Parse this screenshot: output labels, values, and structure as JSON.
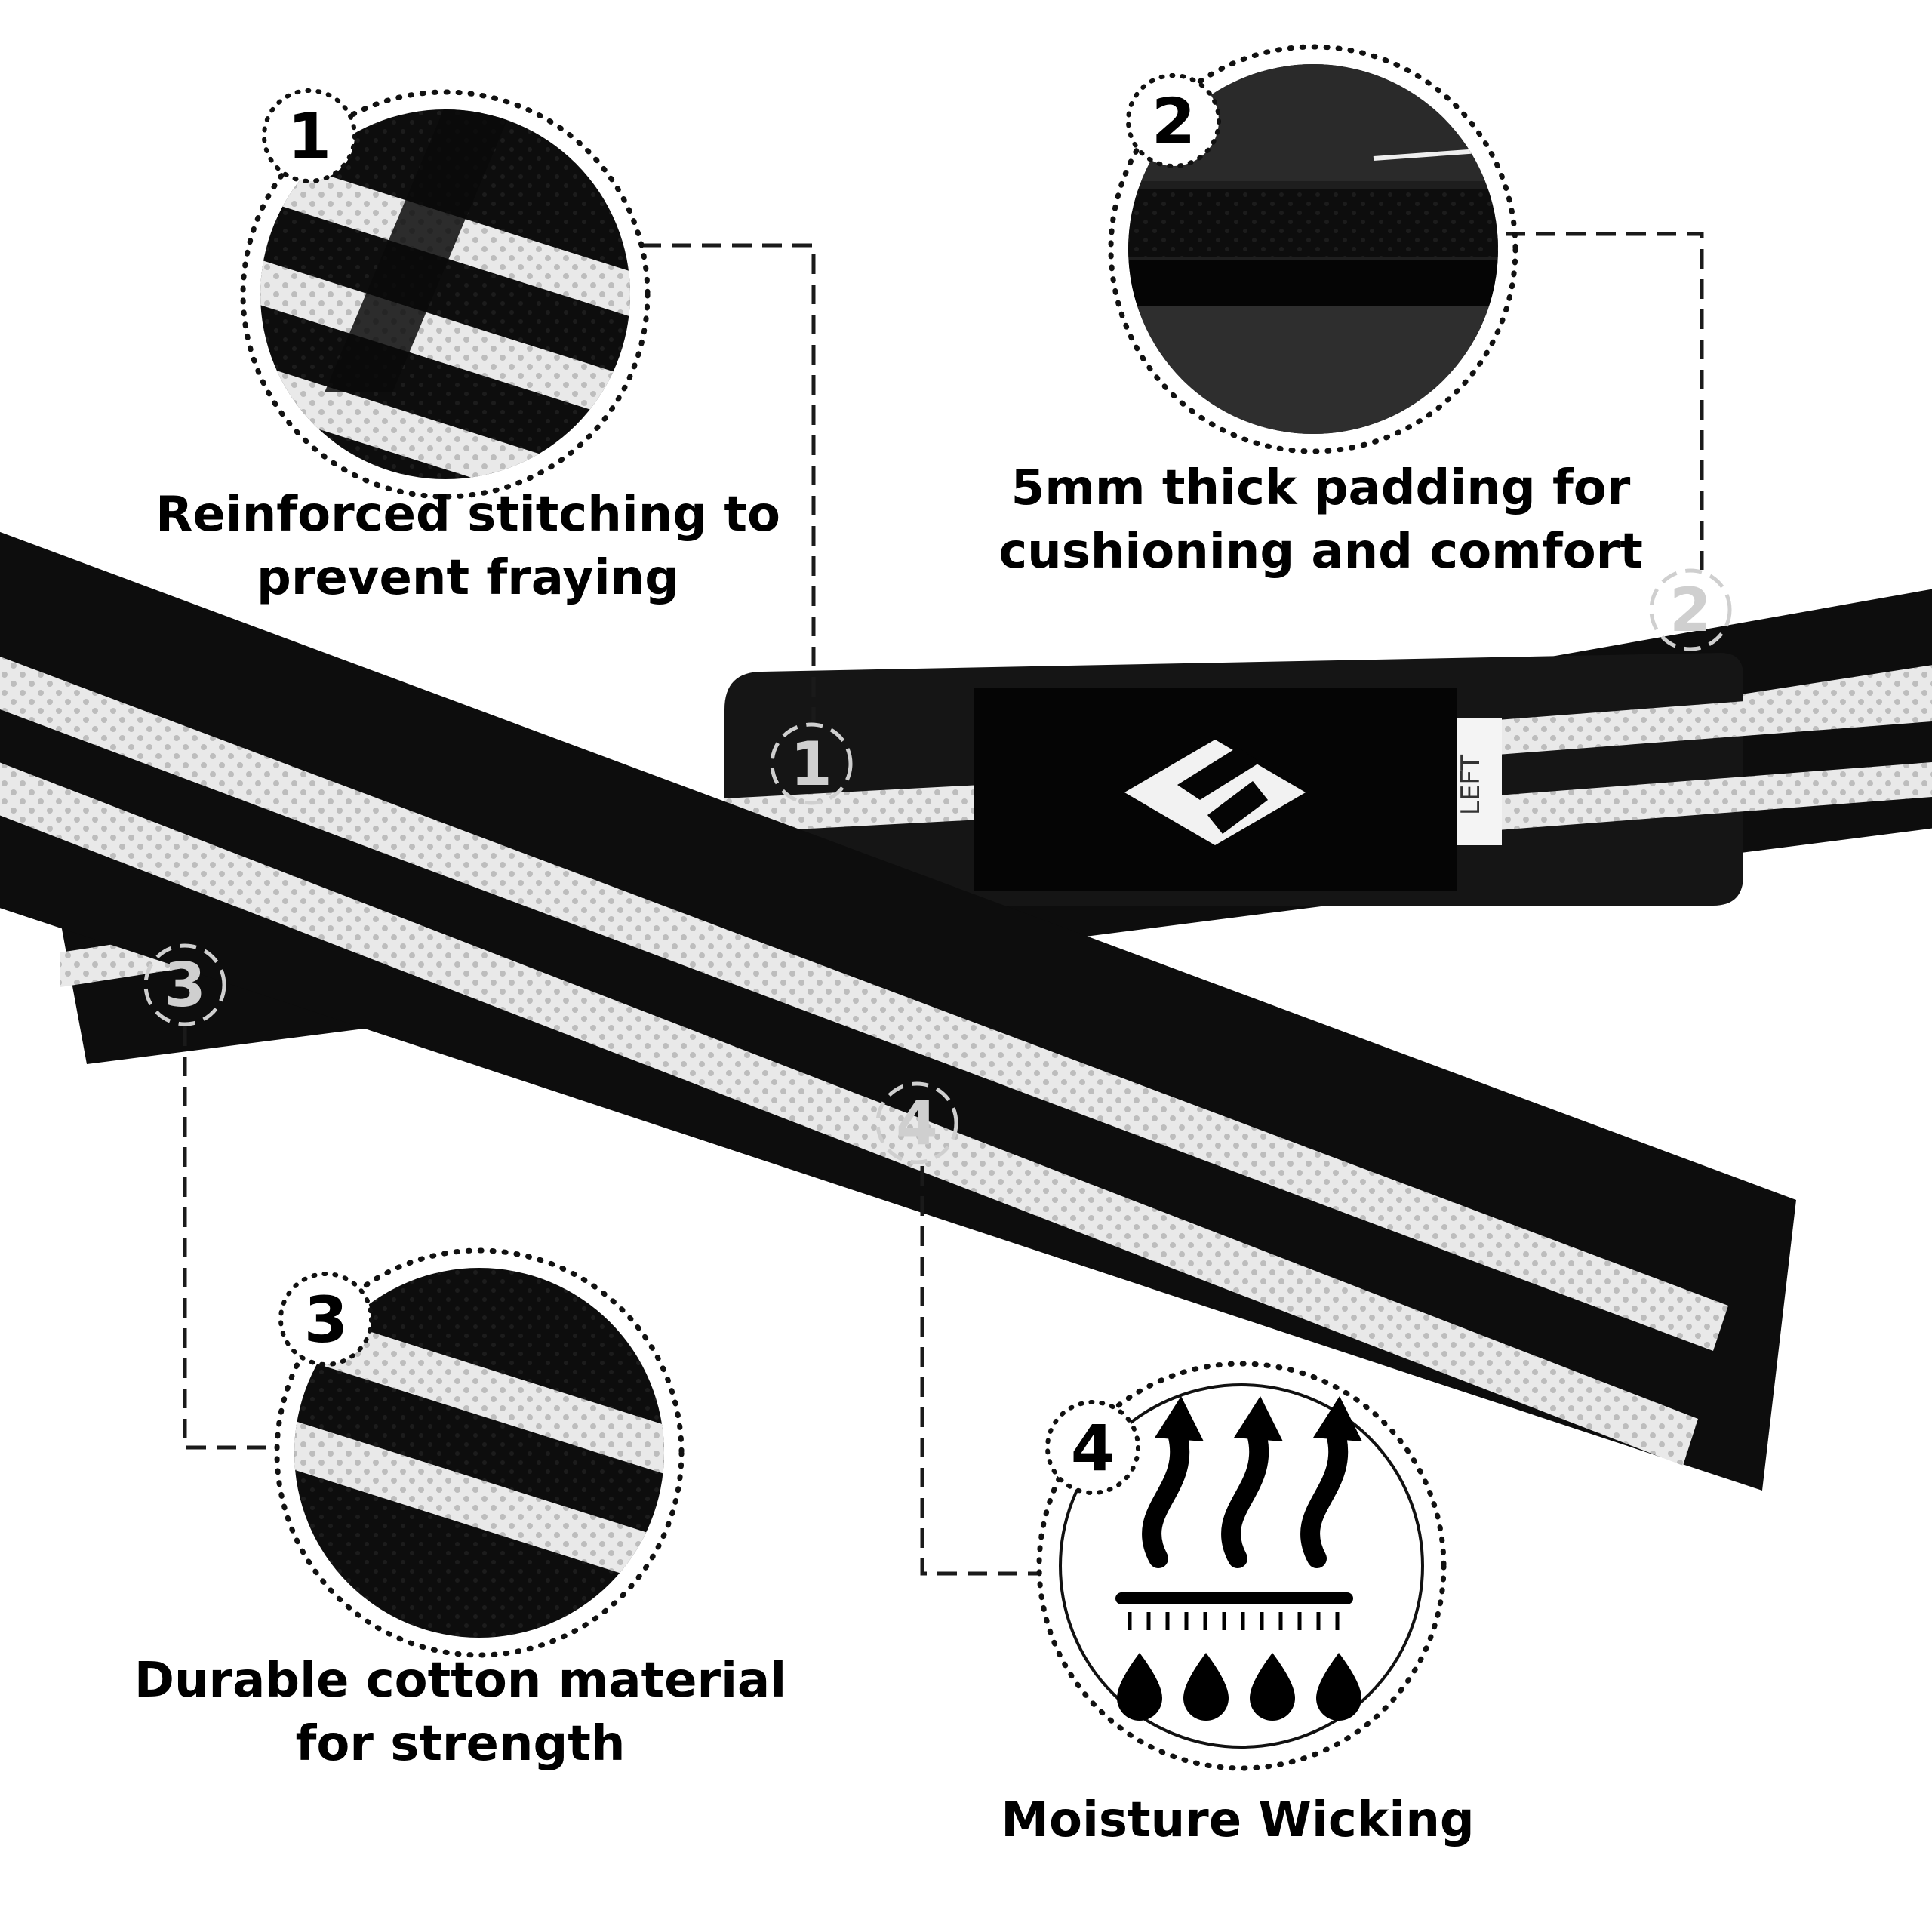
{
  "colors": {
    "strap": "#0d0d0d",
    "stripe": "#e9e9e9",
    "pad": "#151515",
    "patch": "#050505",
    "line": "#1a1a1a"
  },
  "features": [
    {
      "number": "1",
      "caption_lines": [
        "Reinforced stitching to",
        "prevent fraying"
      ]
    },
    {
      "number": "2",
      "caption_lines": [
        "5mm thick padding for",
        "cushioning and comfort"
      ]
    },
    {
      "number": "3",
      "caption_lines": [
        "Durable cotton material",
        "for strength"
      ]
    },
    {
      "number": "4",
      "caption_lines": [
        "Moisture Wicking"
      ]
    }
  ],
  "strap_label": "LEFT",
  "icons": [
    "brand-logo-icon",
    "moisture-wicking-icon"
  ]
}
